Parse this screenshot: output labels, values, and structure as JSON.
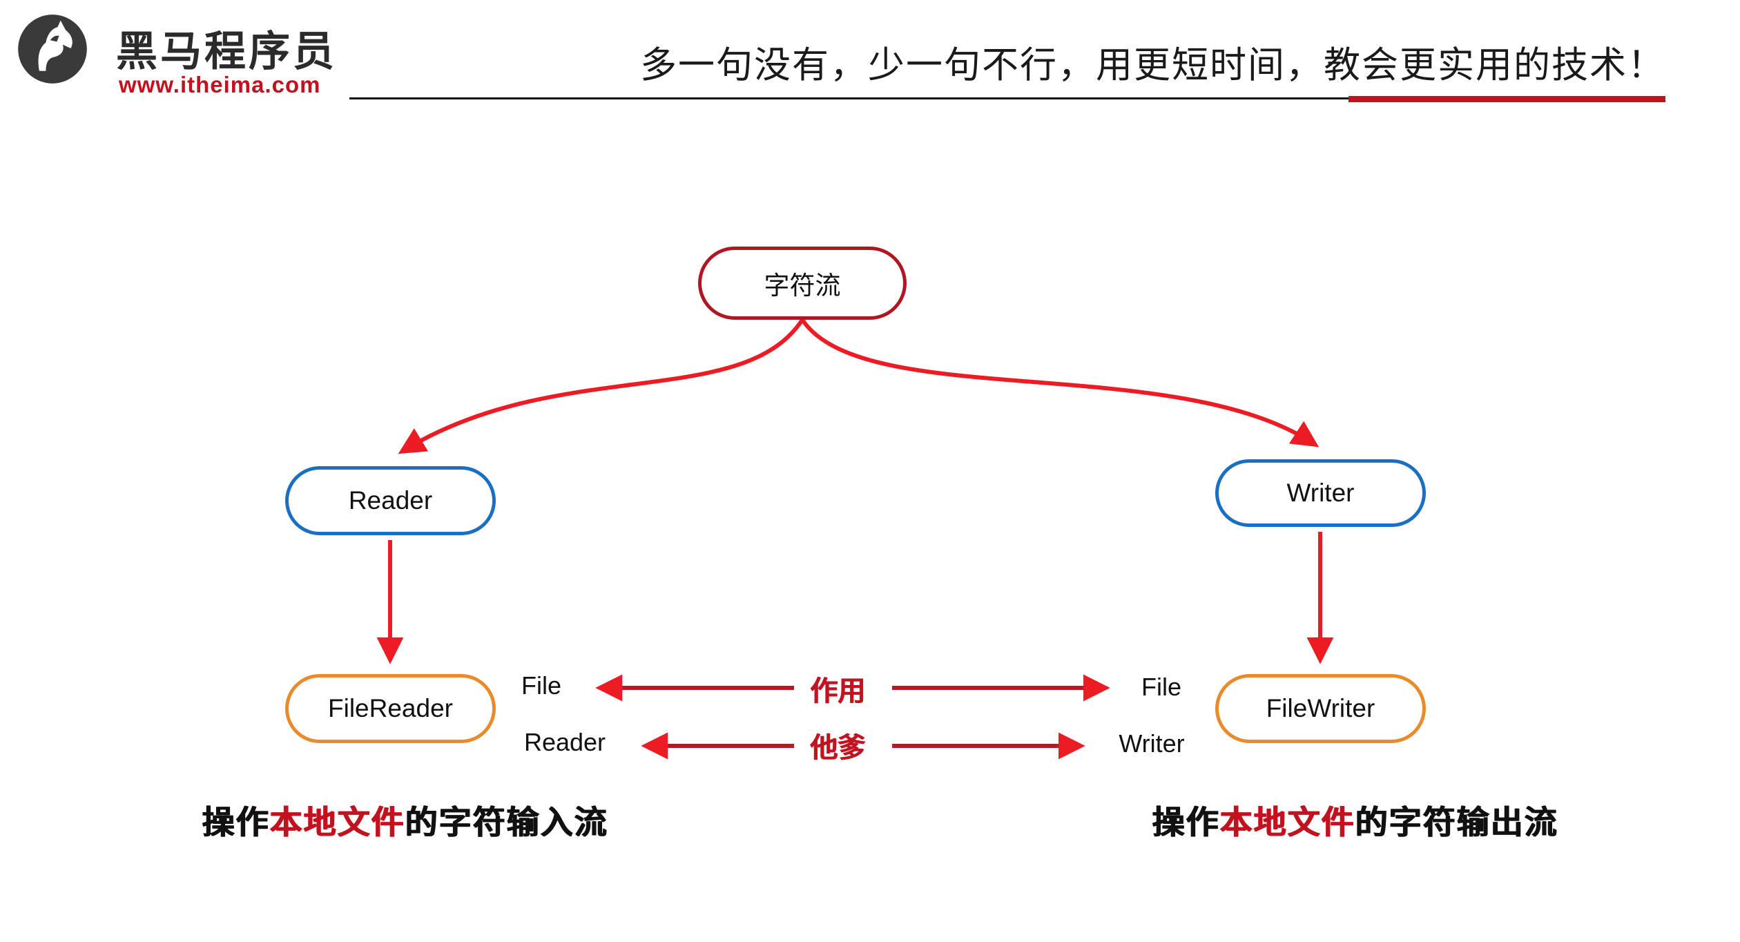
{
  "header": {
    "brand_name": "黑马程序员",
    "brand_url": "www.itheima.com",
    "slogan": "多一句没有，少一句不行，用更短时间，教会更实用的技术！"
  },
  "diagram": {
    "root_label": "字符流",
    "reader_label": "Reader",
    "writer_label": "Writer",
    "file_reader_label": "FileReader",
    "file_writer_label": "FileWriter",
    "comparison": {
      "row1": {
        "left": "File",
        "center": "作用",
        "right": "File"
      },
      "row2": {
        "left": "Reader",
        "center": "他爹",
        "right": "Writer"
      }
    },
    "caption_left": {
      "prefix": "操作",
      "highlight": "本地文件",
      "suffix": "的字符输入流"
    },
    "caption_right": {
      "prefix": "操作",
      "highlight": "本地文件",
      "suffix": "的字符输出流"
    }
  },
  "colors": {
    "arrow_red": "#ed1c24",
    "root_border": "#b01722",
    "node_blue": "#1a6fc2",
    "node_orange": "#e98a2b",
    "brand_red": "#c3121f",
    "accent_text": "#c11420"
  }
}
